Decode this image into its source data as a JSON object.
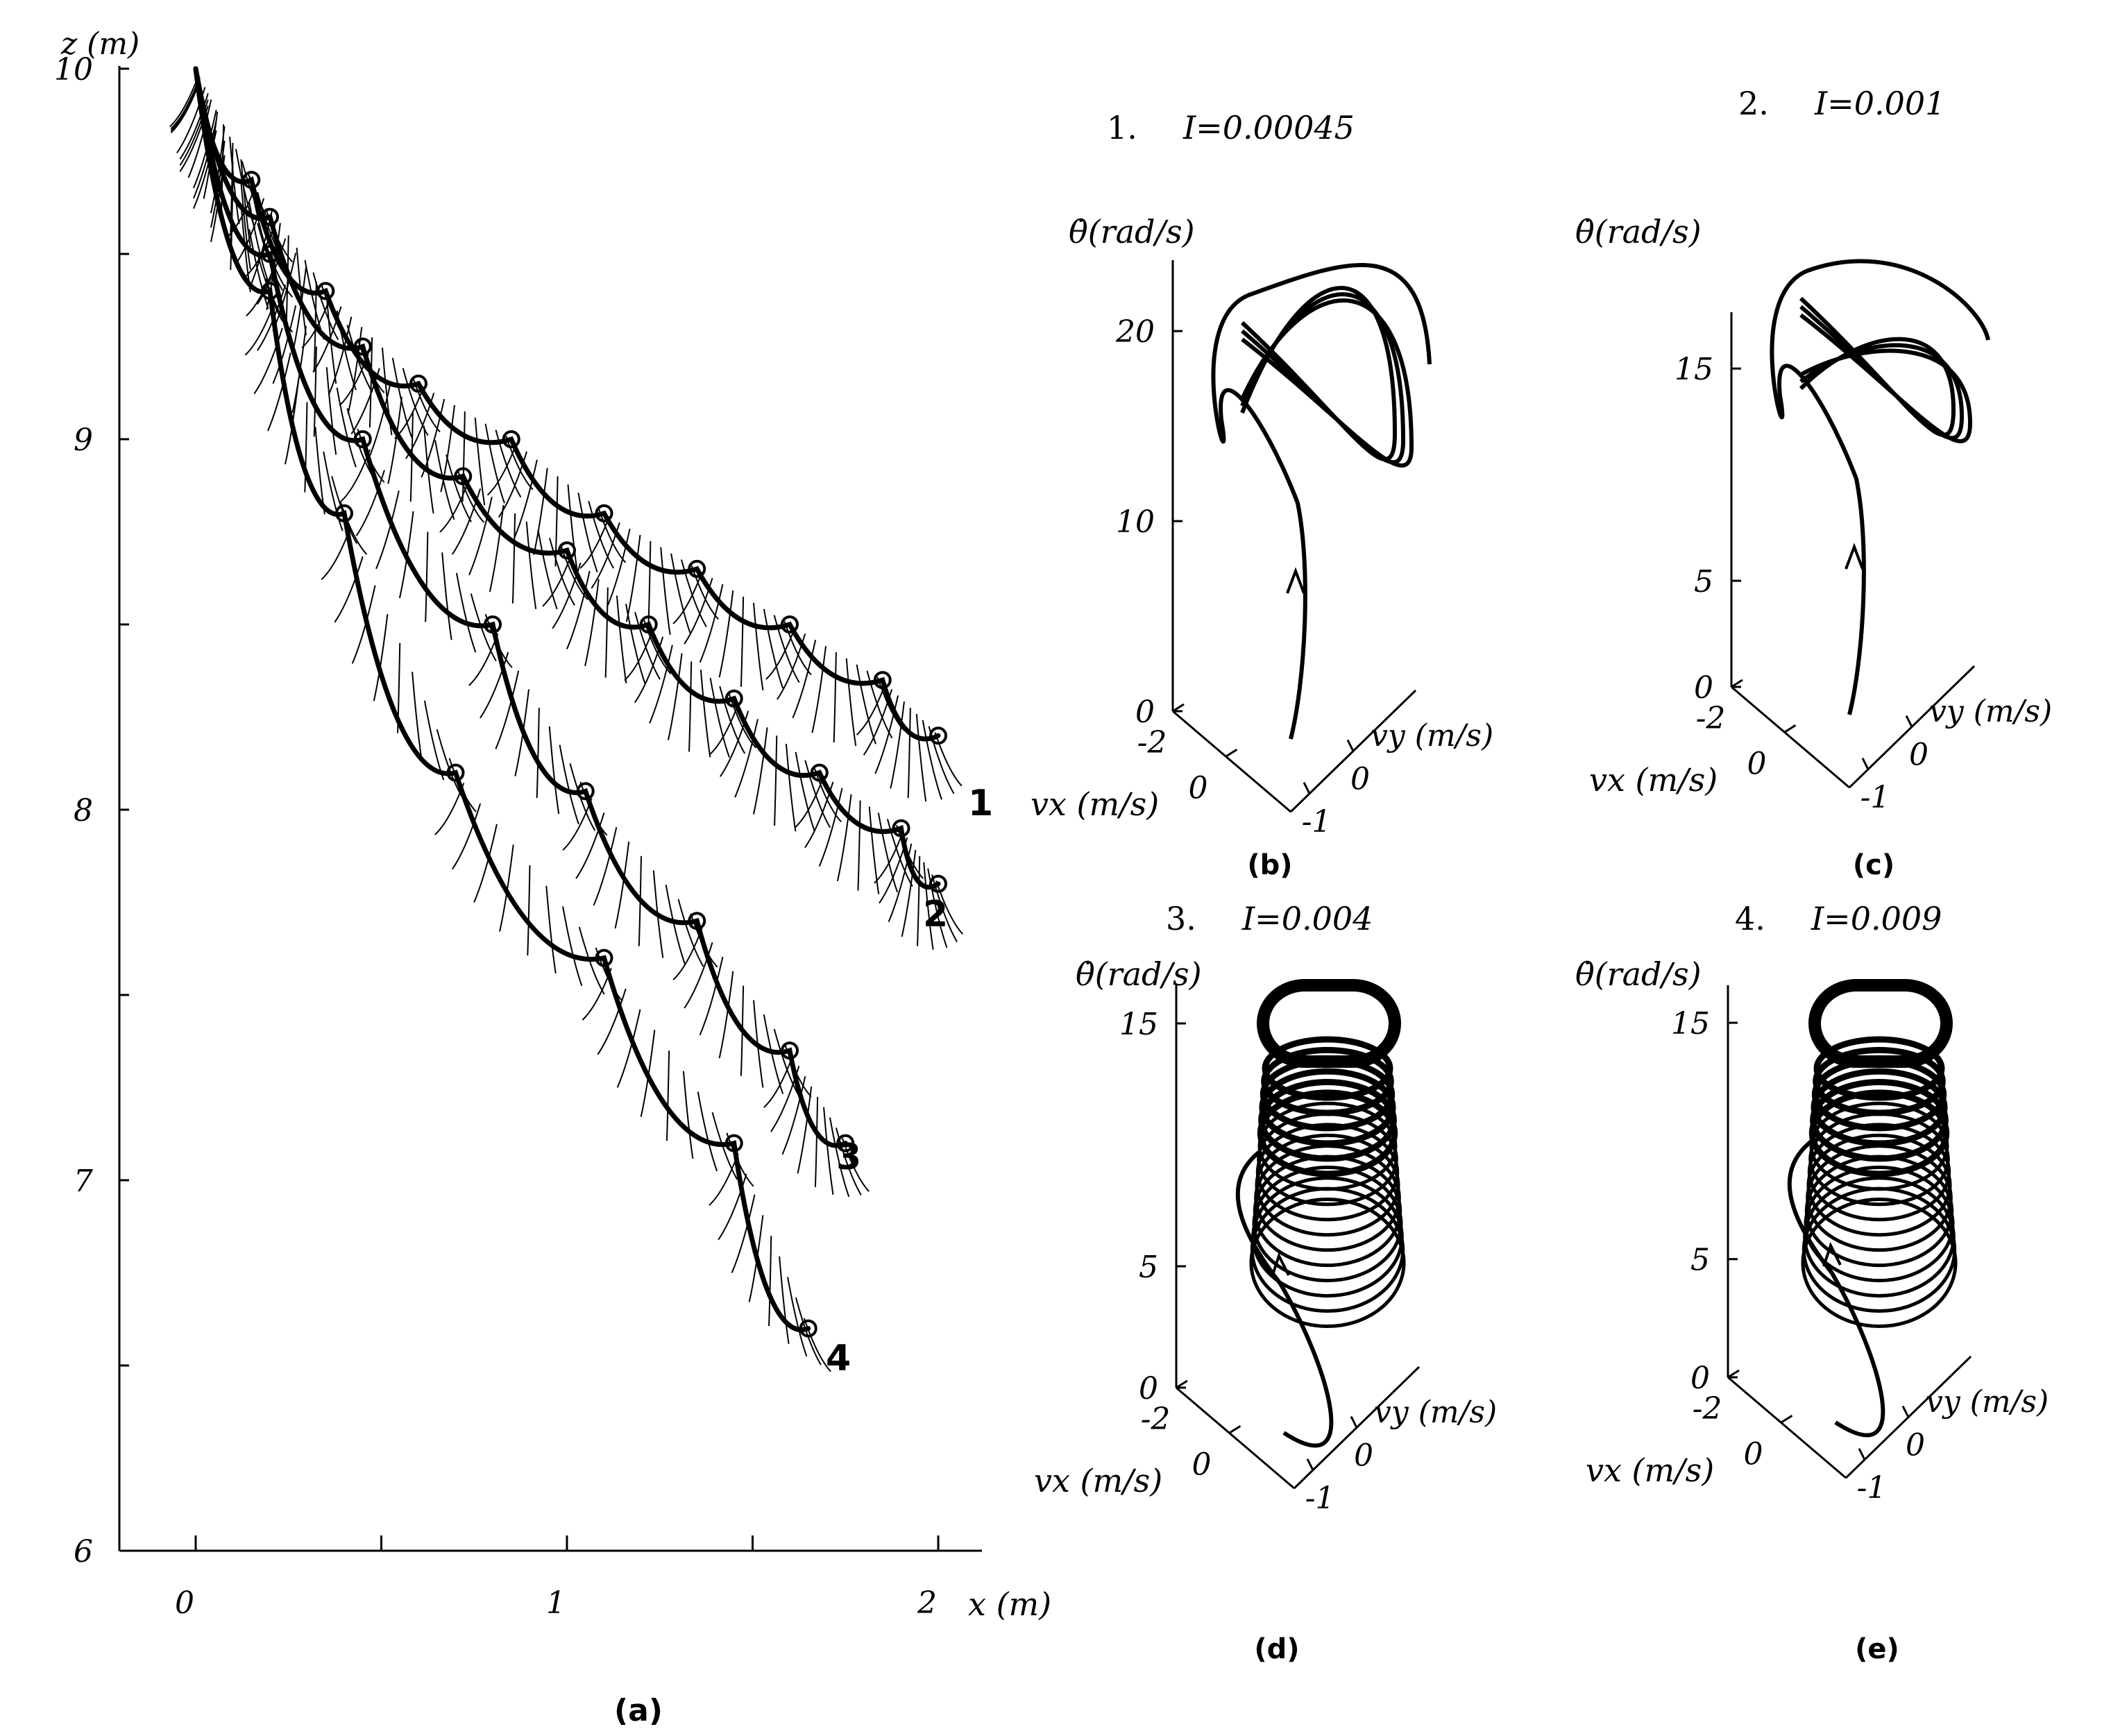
{
  "figure": {
    "panel_labels": [
      "(a)",
      "(b)",
      "(c)",
      "(d)",
      "(e)"
    ]
  },
  "chart_data": [
    {
      "id": "a",
      "type": "line",
      "xlabel": "x (m)",
      "ylabel": "z (m)",
      "xlim": [
        -0.2,
        2.2
      ],
      "ylim": [
        6,
        10.05
      ],
      "xticks": [
        0,
        0.5,
        1,
        1.5,
        2
      ],
      "xtick_labels": [
        "0",
        "",
        "1",
        "",
        "2"
      ],
      "yticks": [
        6,
        6.5,
        7,
        7.5,
        8,
        8.5,
        9,
        9.5,
        10
      ],
      "ytick_labels": [
        "6",
        "",
        "7",
        "",
        "8",
        "",
        "9",
        "",
        "10"
      ],
      "series": [
        {
          "label": "1",
          "x": [
            0,
            0.15,
            0.35,
            0.6,
            0.85,
            1.1,
            1.35,
            1.6,
            1.85,
            2.0
          ],
          "z": [
            10.0,
            9.7,
            9.4,
            9.15,
            9.0,
            8.8,
            8.65,
            8.5,
            8.35,
            8.2
          ]
        },
        {
          "label": "2",
          "x": [
            0,
            0.2,
            0.45,
            0.72,
            1.0,
            1.22,
            1.45,
            1.68,
            1.9,
            2.0
          ],
          "z": [
            10.0,
            9.6,
            9.25,
            8.9,
            8.7,
            8.5,
            8.3,
            8.1,
            7.95,
            7.8
          ]
        },
        {
          "label": "3",
          "x": [
            0,
            0.2,
            0.45,
            0.8,
            1.05,
            1.35,
            1.6,
            1.75
          ],
          "z": [
            10.0,
            9.5,
            9.0,
            8.5,
            8.05,
            7.7,
            7.35,
            7.1
          ]
        },
        {
          "label": "4",
          "x": [
            0,
            0.2,
            0.4,
            0.7,
            1.1,
            1.45,
            1.65
          ],
          "z": [
            10.0,
            9.4,
            8.8,
            8.1,
            7.6,
            7.1,
            6.6
          ]
        }
      ]
    },
    {
      "id": "b",
      "type": "line",
      "title_num": "1.",
      "title": "I=0.00045",
      "zlabel": "θ̇(rad/s)",
      "xlabel": "vx (m/s)",
      "ylabel": "vy (m/s)",
      "zlim": [
        0,
        23
      ],
      "zticks": [
        0,
        10,
        20
      ],
      "vx_ticks": [
        "-2",
        "0"
      ],
      "vy_ticks": [
        "-1",
        "0"
      ]
    },
    {
      "id": "c",
      "type": "line",
      "title_num": "2.",
      "title": "I=0.001",
      "zlabel": "θ̇(rad/s)",
      "xlabel": "vx (m/s)",
      "ylabel": "vy (m/s)",
      "zlim": [
        0,
        17
      ],
      "zticks": [
        0,
        5,
        15
      ],
      "vx_ticks": [
        "-2",
        "0"
      ],
      "vy_ticks": [
        "-1",
        "0"
      ]
    },
    {
      "id": "d",
      "type": "line",
      "title_num": "3.",
      "title": "I=0.004",
      "zlabel": "θ̇(rad/s)",
      "xlabel": "vx (m/s)",
      "ylabel": "vy (m/s)",
      "zlim": [
        0,
        16
      ],
      "zticks": [
        0,
        5,
        15
      ],
      "vx_ticks": [
        "-2",
        "0"
      ],
      "vy_ticks": [
        "-1",
        "0"
      ]
    },
    {
      "id": "e",
      "type": "line",
      "title_num": "4.",
      "title": "I=0.009",
      "zlabel": "θ̇(rad/s)",
      "xlabel": "vx (m/s)",
      "ylabel": "vy (m/s)",
      "zlim": [
        0,
        16
      ],
      "zticks": [
        0,
        5,
        15
      ],
      "vx_ticks": [
        "-2",
        "0"
      ],
      "vy_ticks": [
        "-1",
        "0"
      ]
    }
  ]
}
